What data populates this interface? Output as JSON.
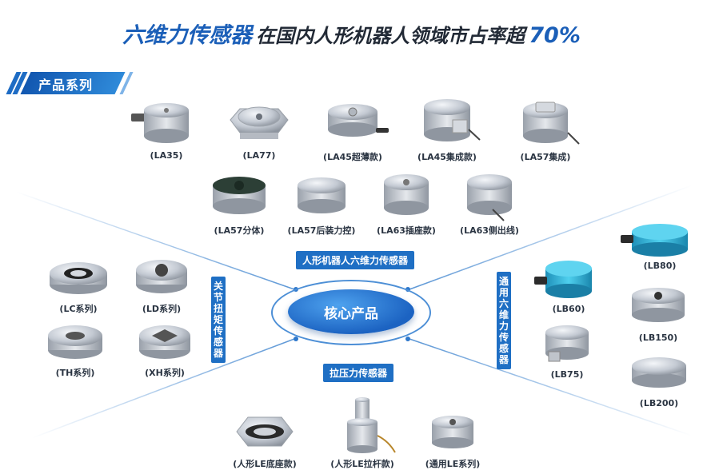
{
  "header": {
    "title_brand": "六维力传感器",
    "title_middle": "在国内人形机器人领域市占率超",
    "title_percent": "70%"
  },
  "series_tag": "产品系列",
  "core": "核心产品",
  "categories": {
    "humanoid_six_axis": "人形机器人六维力传感器",
    "joint_torque": "关节扭矩传感器",
    "general_six_axis": "通用六维力传感器",
    "tension_compression": "拉压力传感器"
  },
  "products": {
    "la35": "(LA35)",
    "la77": "(LA77)",
    "la45_thin": "(LA45超薄款)",
    "la45_integrated": "(LA45集成款)",
    "la57_integrated": "(LA57集成)",
    "la57_split": "(LA57分体)",
    "la57_post_force": "(LA57后装力控)",
    "la63_socket": "(LA63插座款)",
    "la63_side_cable": "(LA63侧出线)",
    "lc": "(LC系列)",
    "ld": "(LD系列)",
    "th": "(TH系列)",
    "xh": "(XH系列)",
    "lb80": "(LB80)",
    "lb60": "(LB60)",
    "lb150": "(LB150)",
    "lb75": "(LB75)",
    "lb200": "(LB200)",
    "le_base": "(人形LE底座款)",
    "le_rod": "(人形LE拉杆款)",
    "le_general": "(通用LE系列)"
  },
  "colors": {
    "brand_blue": "#1b5fb8",
    "accent_blue": "#1f6fc4",
    "metal": "#c9ced6",
    "teal_device": "#2bb6d8"
  }
}
